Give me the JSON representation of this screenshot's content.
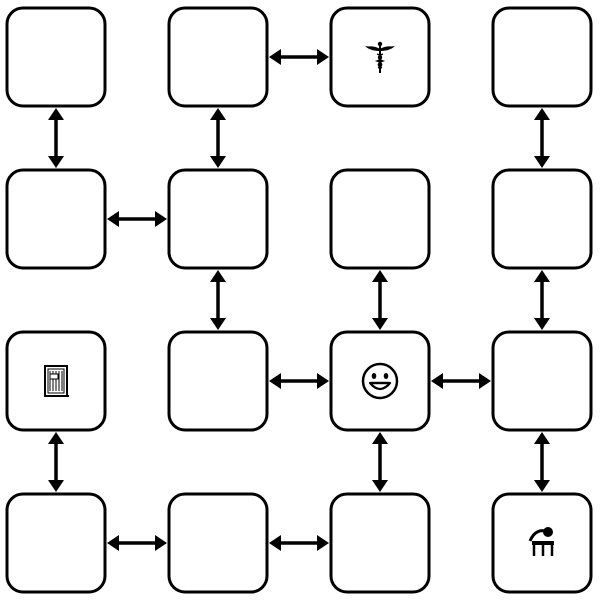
{
  "board": {
    "rows": 4,
    "cols": 4,
    "colors": {
      "room_fill": "#ffffff",
      "stroke": "#000000"
    },
    "rooms": [
      {
        "id": "r0c0",
        "row": 0,
        "col": 0,
        "item": null
      },
      {
        "id": "r0c1",
        "row": 0,
        "col": 1,
        "item": null
      },
      {
        "id": "r0c2",
        "row": 0,
        "col": 2,
        "item": "caduceus-icon"
      },
      {
        "id": "r0c3",
        "row": 0,
        "col": 3,
        "item": null
      },
      {
        "id": "r1c0",
        "row": 1,
        "col": 0,
        "item": null
      },
      {
        "id": "r1c1",
        "row": 1,
        "col": 1,
        "item": null
      },
      {
        "id": "r1c2",
        "row": 1,
        "col": 2,
        "item": null
      },
      {
        "id": "r1c3",
        "row": 1,
        "col": 3,
        "item": null
      },
      {
        "id": "r2c0",
        "row": 2,
        "col": 0,
        "item": "book-icon"
      },
      {
        "id": "r2c1",
        "row": 2,
        "col": 1,
        "item": null
      },
      {
        "id": "r2c2",
        "row": 2,
        "col": 2,
        "item": "smiley-player-icon"
      },
      {
        "id": "r2c3",
        "row": 2,
        "col": 3,
        "item": null
      },
      {
        "id": "r3c0",
        "row": 3,
        "col": 0,
        "item": null
      },
      {
        "id": "r3c1",
        "row": 3,
        "col": 1,
        "item": null
      },
      {
        "id": "r3c2",
        "row": 3,
        "col": 2,
        "item": null
      },
      {
        "id": "r3c3",
        "row": 3,
        "col": 3,
        "item": "stool-icon"
      }
    ],
    "connections": [
      {
        "from": "r0c1",
        "to": "r0c2"
      },
      {
        "from": "r0c0",
        "to": "r1c0"
      },
      {
        "from": "r0c1",
        "to": "r1c1"
      },
      {
        "from": "r0c3",
        "to": "r1c3"
      },
      {
        "from": "r1c0",
        "to": "r1c1"
      },
      {
        "from": "r1c1",
        "to": "r2c1"
      },
      {
        "from": "r1c2",
        "to": "r2c2"
      },
      {
        "from": "r1c3",
        "to": "r2c3"
      },
      {
        "from": "r2c1",
        "to": "r2c2"
      },
      {
        "from": "r2c2",
        "to": "r2c3"
      },
      {
        "from": "r2c0",
        "to": "r3c0"
      },
      {
        "from": "r2c2",
        "to": "r3c2"
      },
      {
        "from": "r2c3",
        "to": "r3c3"
      },
      {
        "from": "r3c0",
        "to": "r3c1"
      },
      {
        "from": "r3c1",
        "to": "r3c2"
      }
    ]
  }
}
